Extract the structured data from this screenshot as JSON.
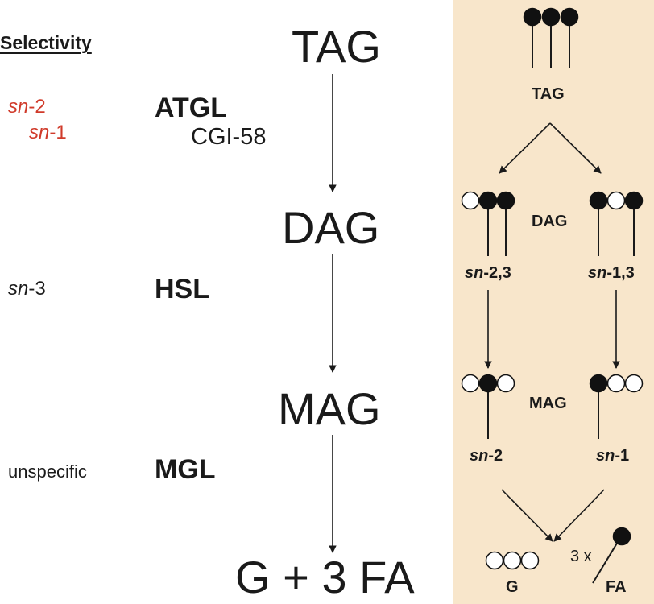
{
  "selectivity": {
    "header": "Selectivity",
    "atgl_line1_sn": "sn",
    "atgl_line1_pos": "-2",
    "atgl_line2_sn": "sn",
    "atgl_line2_pos": "-1",
    "hsl_sn": "sn",
    "hsl_pos": "-3",
    "mgl": "unspecific"
  },
  "enzymes": {
    "atgl": "ATGL",
    "atgl_cofactor": "CGI-58",
    "hsl": "HSL",
    "mgl": "MGL"
  },
  "stages": {
    "tag": "TAG",
    "dag": "DAG",
    "mag": "MAG",
    "products": "G + 3 FA"
  },
  "panel": {
    "tag": "TAG",
    "dag": "DAG",
    "dag_left_sn": "sn",
    "dag_left_pos": "-2,3",
    "dag_right_sn": "sn",
    "dag_right_pos": "-1,3",
    "mag": "MAG",
    "mag_left_sn": "sn",
    "mag_left_pos": "-2",
    "mag_right_sn": "sn",
    "mag_right_pos": "-1",
    "glycerol": "G",
    "fa_multiplier": "3 x",
    "fa": "FA"
  },
  "colors": {
    "panel_background": "#f8e6cb",
    "selectivity_highlight": "#d03a2a",
    "ink": "#1a1a1a"
  }
}
